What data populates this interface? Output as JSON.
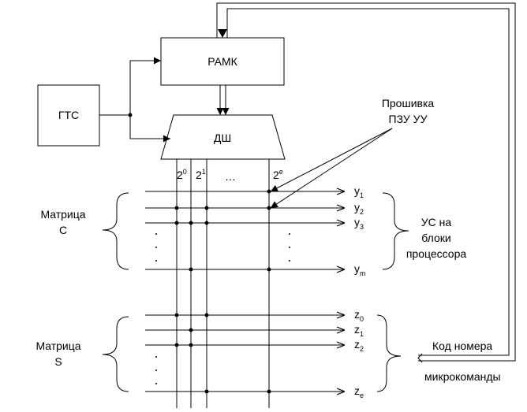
{
  "blocks": {
    "ramk": "РАМК",
    "gts": "ГТС",
    "dsh": "ДШ"
  },
  "powers": {
    "p0_base": "2",
    "p0_exp": "0",
    "p1_base": "2",
    "p1_exp": "1",
    "ellipsis": "…",
    "pe_base": "2",
    "pe_exp": "e"
  },
  "firmware": {
    "line1": "Прошивка",
    "line2": "ПЗУ УУ"
  },
  "matrix_c": {
    "line1": "Матрица",
    "line2": "C"
  },
  "matrix_s": {
    "line1": "Матрица",
    "line2": "S"
  },
  "outputs_y": [
    {
      "base": "y",
      "sub": "1"
    },
    {
      "base": "y",
      "sub": "2"
    },
    {
      "base": "y",
      "sub": "3"
    },
    {
      "base": "y",
      "sub": "m"
    }
  ],
  "outputs_z": [
    {
      "base": "z",
      "sub": "0"
    },
    {
      "base": "z",
      "sub": "1"
    },
    {
      "base": "z",
      "sub": "2"
    },
    {
      "base": "z",
      "sub": "e"
    }
  ],
  "control_signals": {
    "line1": "УС на",
    "line2": "блоки",
    "line3": "процессора"
  },
  "code_label": {
    "line1": "Код номера",
    "line2": "микрокоманды"
  }
}
